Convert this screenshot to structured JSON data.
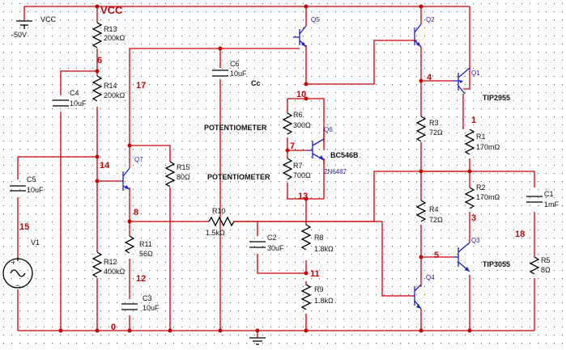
{
  "supply": {
    "label": "VCC",
    "value": "-50V",
    "rail_label": "VCC"
  },
  "source": {
    "ref": "V1"
  },
  "resistors": {
    "r13": {
      "ref": "R13",
      "value": "200kΩ"
    },
    "r14": {
      "ref": "R14",
      "value": "200kΩ"
    },
    "r12": {
      "ref": "R12",
      "value": "400kΩ"
    },
    "r15": {
      "ref": "R15",
      "value": "80Ω"
    },
    "r11": {
      "ref": "R11",
      "value": "56Ω"
    },
    "r10": {
      "ref": "R10",
      "value": "1.5kΩ"
    },
    "r6": {
      "ref": "R6",
      "value": "300Ω"
    },
    "r7": {
      "ref": "R7",
      "value": "700Ω"
    },
    "r8": {
      "ref": "R8",
      "value": "1.8kΩ"
    },
    "r9": {
      "ref": "R9",
      "value": "1.8kΩ"
    },
    "r3": {
      "ref": "R3",
      "value": "72Ω"
    },
    "r4": {
      "ref": "R4",
      "value": "72Ω"
    },
    "r1": {
      "ref": "R1",
      "value": "170mΩ"
    },
    "r2": {
      "ref": "R2",
      "value": "170mΩ"
    },
    "r5": {
      "ref": "R5",
      "value": "8Ω"
    }
  },
  "capacitors": {
    "c5": {
      "ref": "C5",
      "value": "10uF"
    },
    "c4": {
      "ref": "C4",
      "value": "10uF"
    },
    "c6": {
      "ref": "C6",
      "value": "10uF",
      "note": "Cc"
    },
    "c3": {
      "ref": "C3",
      "value": "10uF"
    },
    "c2": {
      "ref": "C2",
      "value": "30uF"
    },
    "c1": {
      "ref": "C1",
      "value": "1mF"
    }
  },
  "transistors": {
    "q5": {
      "ref": "Q5"
    },
    "q6": {
      "ref": "Q6",
      "part": "BC546B",
      "alt": "2N6487"
    },
    "q7": {
      "ref": "Q7"
    },
    "q2": {
      "ref": "Q2"
    },
    "q1": {
      "ref": "Q1",
      "part": "TIP2955"
    },
    "q3": {
      "ref": "Q3",
      "part": "TIP3055"
    },
    "q4": {
      "ref": "Q4"
    }
  },
  "notes": {
    "pot1": "POTENTIOMETER",
    "pot2": "POTENTIOMETER"
  },
  "nets": {
    "n6": "6",
    "n17": "17",
    "n14": "14",
    "n15": "15",
    "n8": "8",
    "n12": "12",
    "n0": "0",
    "n10": "10",
    "n7": "7",
    "n13": "13",
    "n11": "11",
    "n4": "4",
    "n1": "1",
    "n3": "3",
    "n5": "5",
    "n18": "18"
  },
  "colors": {
    "wire": "#cc0000",
    "part": "#000000",
    "transistor": "#1d1dd0",
    "net_label": "#cc0000",
    "grid": "#555555"
  }
}
